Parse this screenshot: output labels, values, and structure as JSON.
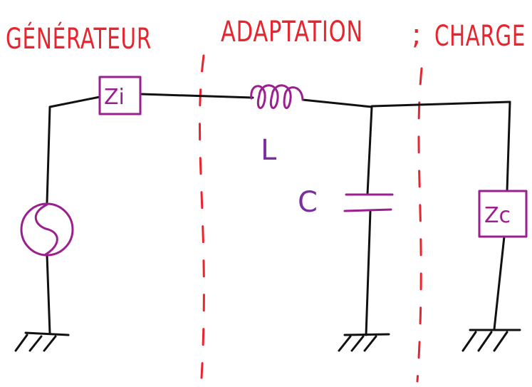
{
  "sections": {
    "generator": "GÉNÉRATEUR",
    "adaptation": "ADAPTATION",
    "separator": ";",
    "load": "CHARGE"
  },
  "components": {
    "source_impedance": "Zi",
    "inductor": "L",
    "capacitor": "C",
    "load_impedance": "Zc"
  },
  "colors": {
    "section_labels": "#e8242e",
    "component_labels": "#7b2f9e",
    "components": "#9b1f8f",
    "wires": "#111111"
  }
}
